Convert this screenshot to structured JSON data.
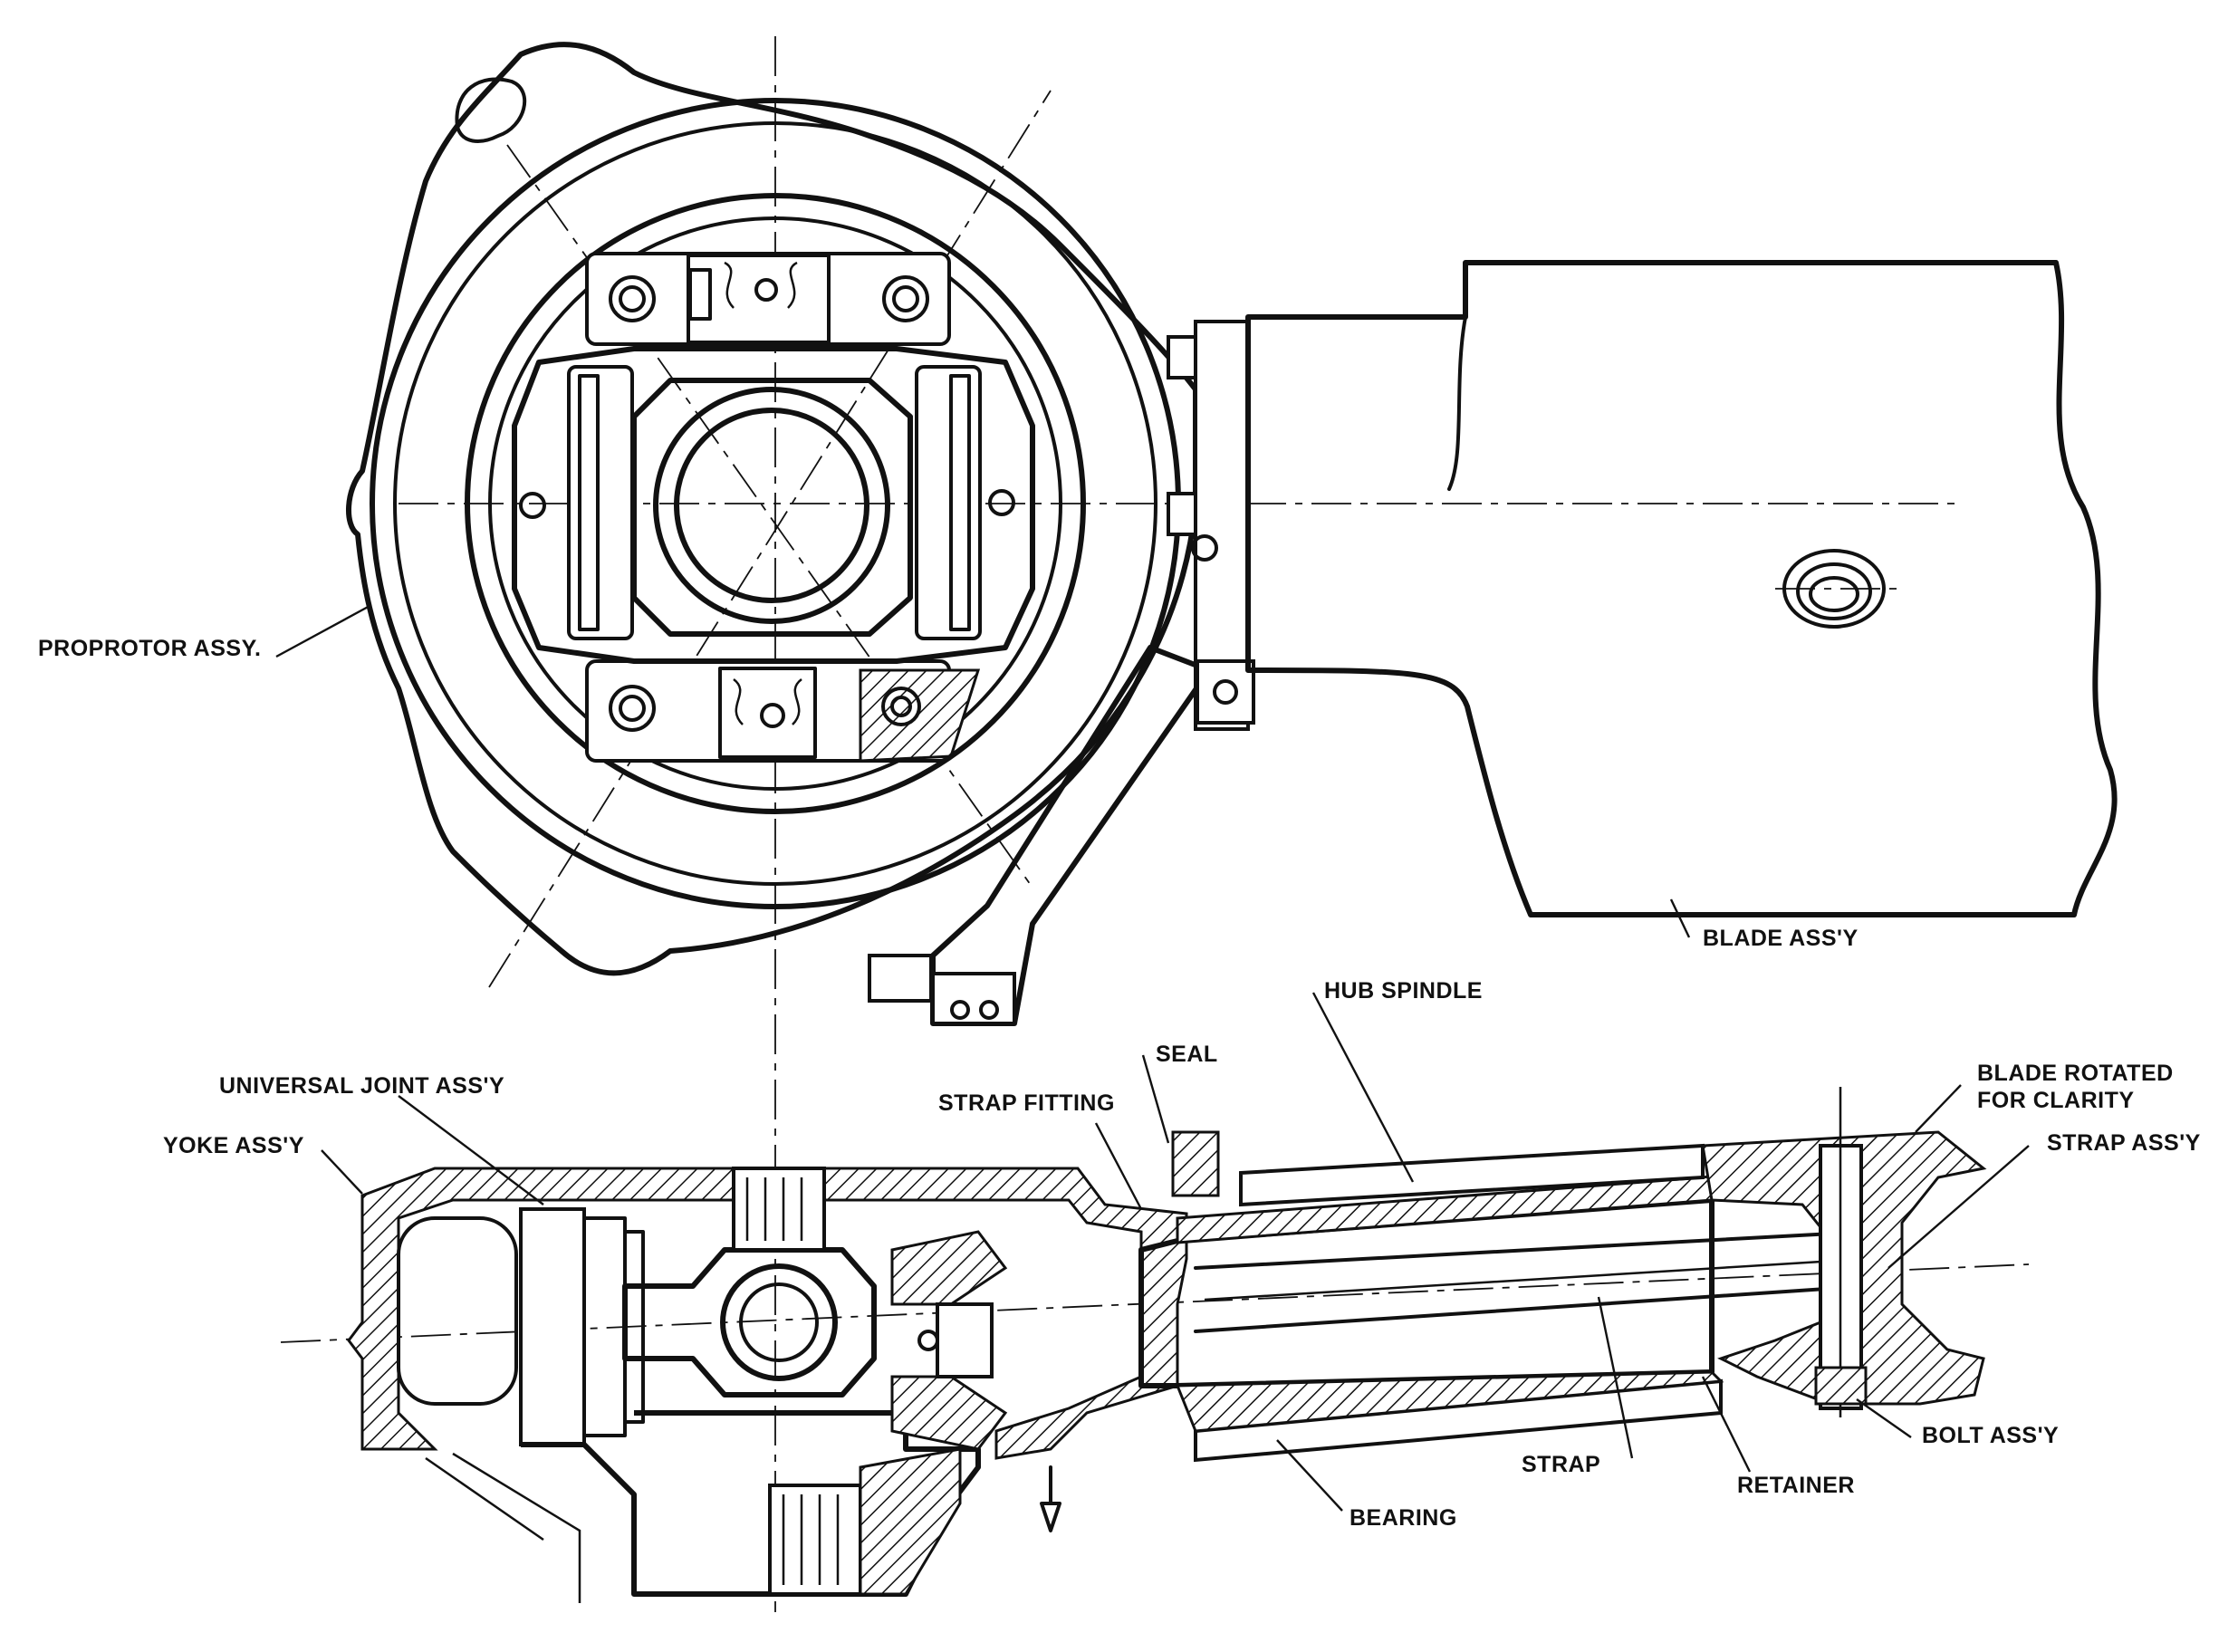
{
  "labels": {
    "proprotor_assy": "PROPROTOR ASSY.",
    "blade_assy": "BLADE ASS'Y",
    "hub_spindle": "HUB SPINDLE",
    "seal": "SEAL",
    "universal_joint_assy": "UNIVERSAL JOINT ASS'Y",
    "strap_fitting": "STRAP FITTING",
    "yoke_assy": "YOKE ASS'Y",
    "blade_rotated_line1": "BLADE ROTATED",
    "blade_rotated_line2": "FOR CLARITY",
    "strap_assy": "STRAP ASS'Y",
    "bolt_assy": "BOLT ASS'Y",
    "strap": "STRAP",
    "retainer": "RETAINER",
    "bearing": "BEARING"
  }
}
